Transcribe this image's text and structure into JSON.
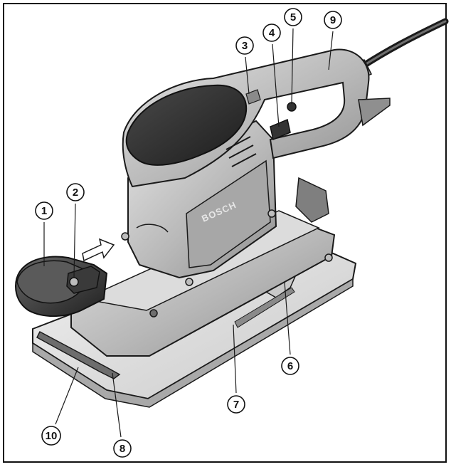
{
  "brand": "BOSCH",
  "callouts": [
    {
      "id": "1",
      "label": "1"
    },
    {
      "id": "2",
      "label": "2"
    },
    {
      "id": "3",
      "label": "3"
    },
    {
      "id": "4",
      "label": "4"
    },
    {
      "id": "5",
      "label": "5"
    },
    {
      "id": "6",
      "label": "6"
    },
    {
      "id": "7",
      "label": "7"
    },
    {
      "id": "8",
      "label": "8"
    },
    {
      "id": "9",
      "label": "9"
    },
    {
      "id": "10",
      "label": "10"
    }
  ],
  "colors": {
    "body": "#b9b9b9",
    "body_light": "#d6d6d6",
    "dark_grip": "#2b2b2b",
    "outline": "#1a1a1a",
    "plate": "#e9e9e9",
    "pad": "#c4c4c4"
  }
}
